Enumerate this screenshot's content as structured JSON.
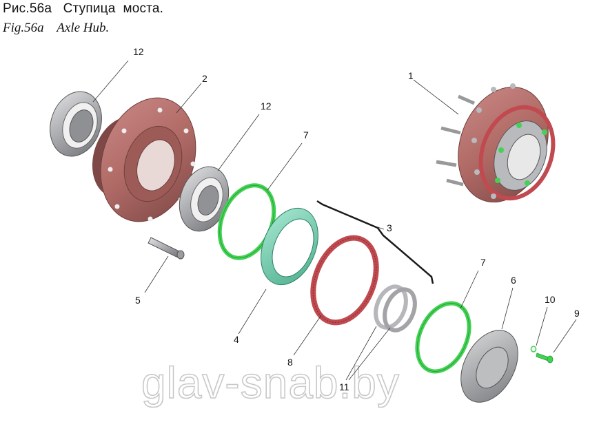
{
  "figure": {
    "title_ru": "Рис.56а   Ступица  моста.",
    "title_en": "Fig.56a    Axle Hub."
  },
  "callouts": {
    "c1": "1",
    "c2": "2",
    "c3": "3",
    "c4": "4",
    "c5": "5",
    "c6": "6",
    "c7a": "7",
    "c7b": "7",
    "c8": "8",
    "c9": "9",
    "c10": "10",
    "c11": "11",
    "c12a": "12",
    "c12b": "12"
  },
  "watermark": "glav-snab.by",
  "colors": {
    "hub": "#b5706c",
    "hub_dark": "#8f5451",
    "gasket": "#44d155",
    "ring_mint": "#7fd6b8",
    "gear_ring": "#c04a50",
    "bearing": "#b9babd",
    "metal": "#a9abae"
  }
}
